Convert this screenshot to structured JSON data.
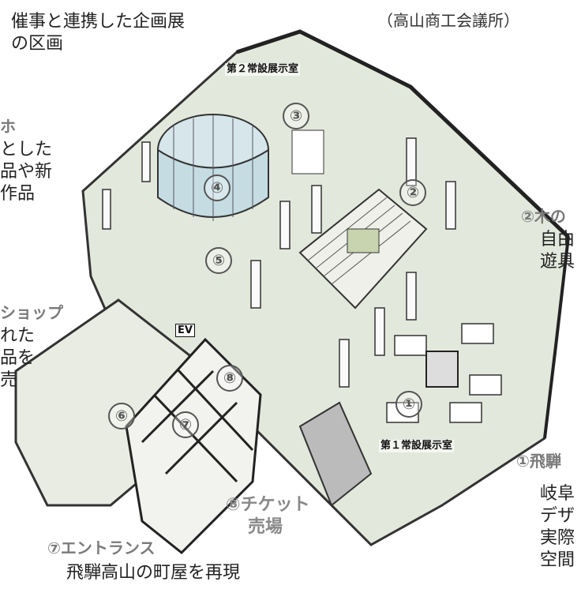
{
  "annotations": {
    "top_left_line1": "催事と連携した企画展",
    "top_left_line2": "の区画",
    "top_center": "（高山商工会議所）",
    "left_heading_fragment": "ホ",
    "left_desc_line1": "とした",
    "left_desc_line2": "品や新",
    "left_desc_line3": "作品",
    "shop_heading_fragment": "ショップ",
    "shop_line1": "れた",
    "shop_line2": "品を",
    "shop_line3": "売",
    "right_top_heading": "②木の",
    "right_top_line1": "自由",
    "right_top_line2": "遊具",
    "right_bottom_heading": "①飛騨",
    "right_bottom_line1": "岐阜",
    "right_bottom_line2": "デザ",
    "right_bottom_line3": "実際",
    "right_bottom_line4": "空間",
    "ticket_line1": "⑧チケット",
    "ticket_line2": "売場",
    "entrance_heading": "⑦エントランス",
    "entrance_desc": "飛騨高山の町屋を再現"
  },
  "rooms": {
    "room2": "第２常設展示室",
    "room1": "第１常設展示室",
    "ev": "EV"
  },
  "markers": [
    "①",
    "②",
    "③",
    "④",
    "⑤",
    "⑥",
    "⑦",
    "⑧"
  ]
}
